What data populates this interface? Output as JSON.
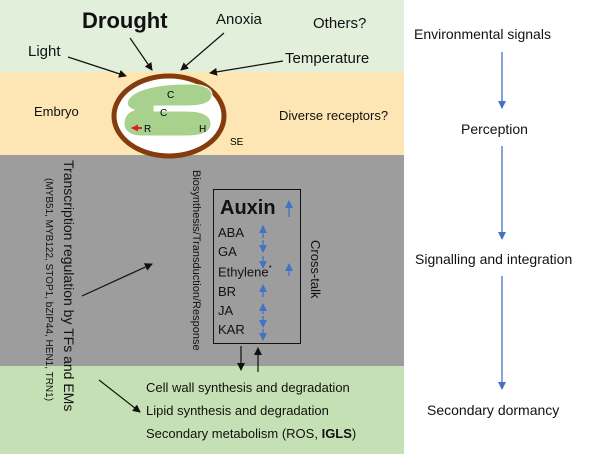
{
  "colors": {
    "env_band": "#e2efda",
    "perception_band": "#fde6b3",
    "signal_band": "#9d9d9d",
    "output_band": "#c5e0b4",
    "seed_coat": "#843c0c",
    "embryo": "#a9d18e",
    "arrow_blue": "#4472c4",
    "arrow_red": "#e02020"
  },
  "signals": {
    "drought": "Drought",
    "anoxia": "Anoxia",
    "others": "Others?",
    "light": "Light",
    "temperature": "Temperature"
  },
  "seed": {
    "embryo_label": "Embryo",
    "cotyledon_1": "C",
    "cotyledon_2": "C",
    "radicle": "R",
    "hypocotyl": "H",
    "seed_envelope": "SE",
    "receptors": "Diverse receptors?"
  },
  "regulation": {
    "title": "Transcription regulation by TFs and EMs",
    "factors": "(MYB51, MYB122, STOP1, bZIP44, HEN1, TRN1)",
    "processes": "Biosynthesis/Transduction/Response",
    "crosstalk": "Cross-talk"
  },
  "hormones": {
    "auxin": "Auxin",
    "list": [
      {
        "name": "ABA",
        "arrows": "up-down"
      },
      {
        "name": "GA",
        "arrows": "down"
      },
      {
        "name": "Ethylene",
        "sup": "*",
        "arrows": "up"
      },
      {
        "name": "BR",
        "arrows": "up"
      },
      {
        "name": "JA",
        "arrows": "up-down"
      },
      {
        "name": "KAR",
        "arrows": "up-down"
      }
    ]
  },
  "outputs": {
    "cell_wall": "Cell wall synthesis and degradation",
    "lipid": "Lipid synthesis and degradation",
    "secondary_prefix": "Secondary metabolism (ROS, ",
    "secondary_bold": "IGLS",
    "secondary_suffix": ")"
  },
  "stages": {
    "environmental": "Environmental signals",
    "perception": "Perception",
    "signalling": "Signalling and integration",
    "dormancy": "Secondary dormancy"
  }
}
